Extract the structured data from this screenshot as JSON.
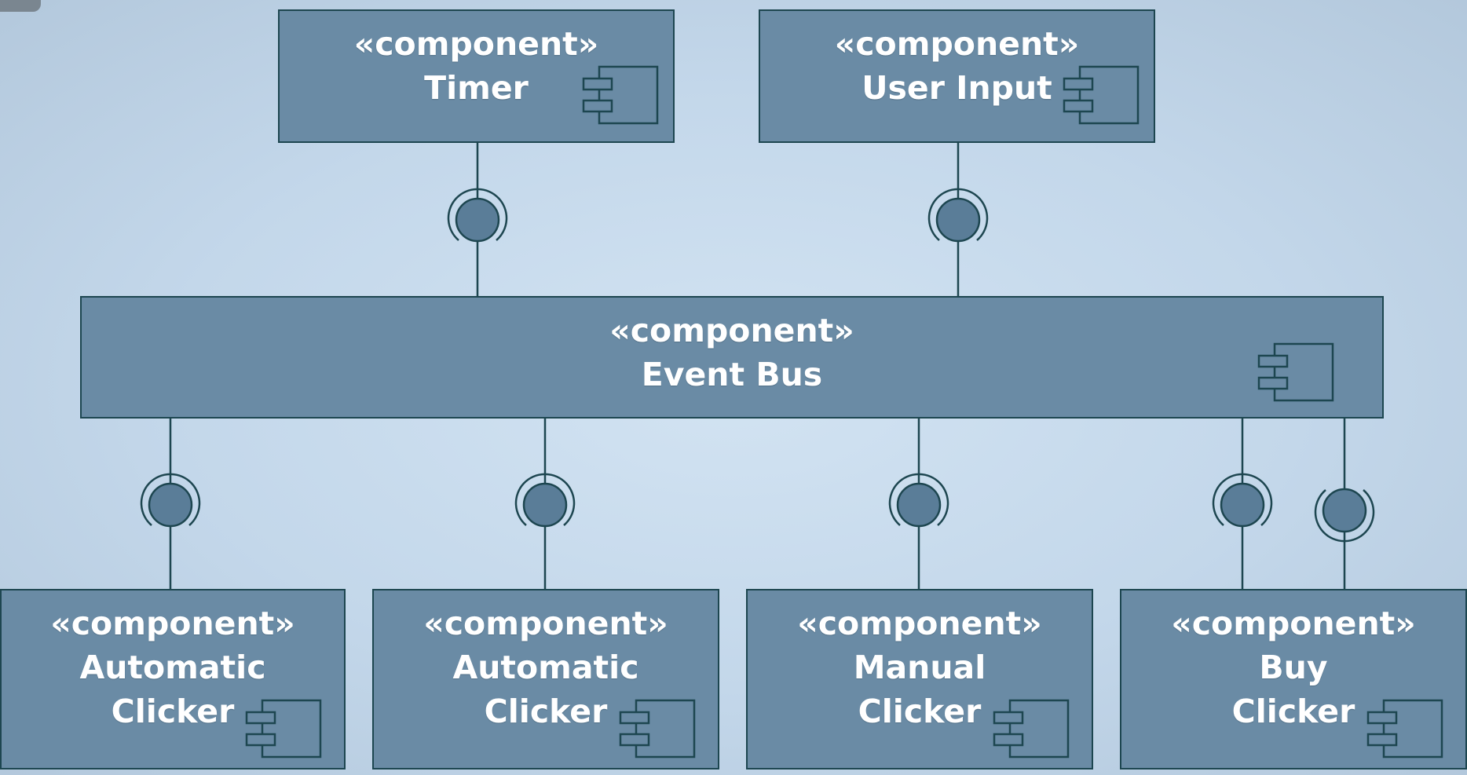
{
  "diagram": {
    "stereotype": "«component»",
    "top": [
      {
        "name_lines": [
          "Timer"
        ]
      },
      {
        "name_lines": [
          "User Input"
        ]
      }
    ],
    "bus": {
      "name_lines": [
        "Event Bus"
      ]
    },
    "bottom": [
      {
        "name_lines": [
          "Automatic",
          "Clicker"
        ]
      },
      {
        "name_lines": [
          "Automatic",
          "Clicker"
        ]
      },
      {
        "name_lines": [
          "Manual",
          "Clicker"
        ]
      },
      {
        "name_lines": [
          "Buy",
          "Clicker"
        ]
      }
    ],
    "icons": {
      "component": "uml-component-icon"
    },
    "colors": {
      "box_fill": "#6a8ba5",
      "stroke": "#1d4650",
      "ball_fill": "#5a7d98",
      "text": "#ffffff"
    }
  }
}
